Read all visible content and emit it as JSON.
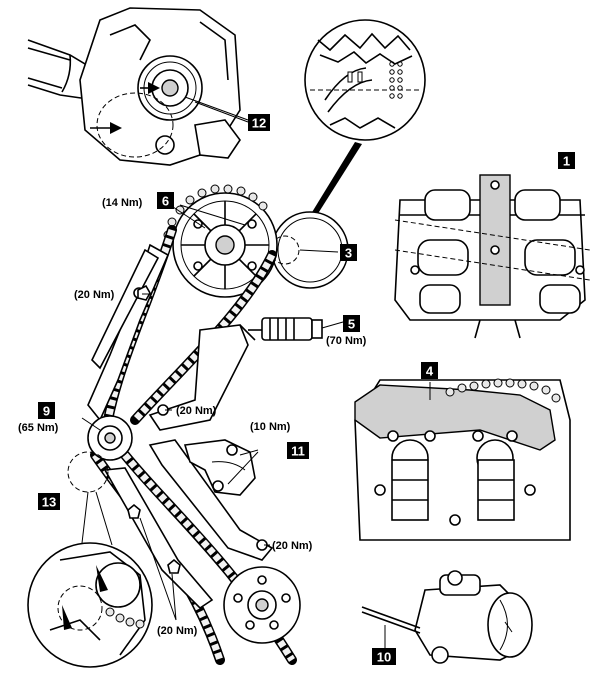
{
  "callouts": {
    "c1": "1",
    "c3": "3",
    "c4": "4",
    "c5": "5",
    "c6": "6",
    "c9": "9",
    "c10": "10",
    "c11": "11",
    "c12": "12",
    "c13": "13"
  },
  "torques": {
    "sprocket": "(14 Nm)",
    "guide_upper": "(20 Nm)",
    "tensioner": "(70 Nm)",
    "crank": "(65 Nm)",
    "guide_middle": "(20 Nm)",
    "bracket": "(10 Nm)",
    "guide_lower": "(20 Nm)",
    "guide_bottom": "(20 Nm)"
  }
}
